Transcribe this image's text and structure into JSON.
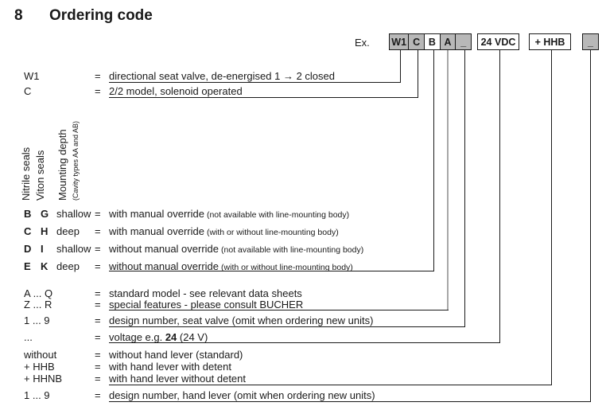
{
  "page": {
    "section_number": "8",
    "title": "Ordering code",
    "example_label": "Ex."
  },
  "code_boxes": {
    "group_cells": [
      {
        "label": "W1",
        "filled": true
      },
      {
        "label": "C",
        "filled": true
      },
      {
        "label": "B",
        "filled": false
      },
      {
        "label": "A",
        "filled": true
      },
      {
        "label": "_",
        "filled": true
      }
    ],
    "voltage_box": "24 VDC",
    "lever_box": "+ HHB",
    "design_box": "_"
  },
  "rotated_labels": {
    "nitrile": "Nitrile seals",
    "viton": "Viton seals",
    "mounting": "Mounting depth",
    "mounting_note": "(Cavity types AA and AB)"
  },
  "legend": {
    "eq": "=",
    "valve_type": {
      "code": "W1",
      "desc": "directional seat valve, de-energised 1 → 2 closed"
    },
    "model": {
      "code": "C",
      "desc": "2/2 model, solenoid operated"
    },
    "seal_rows": [
      {
        "nitrile": "B",
        "viton": "G",
        "depth": "shallow",
        "desc": "with manual override",
        "note": "(not available with line-mounting body)"
      },
      {
        "nitrile": "C",
        "viton": "H",
        "depth": "deep",
        "desc": "with manual override",
        "note": "(with or without line-mounting body)"
      },
      {
        "nitrile": "D",
        "viton": "I",
        "depth": "shallow",
        "desc": "without manual override",
        "note": "(not available with line-mounting body)"
      },
      {
        "nitrile": "E",
        "viton": "K",
        "depth": "deep",
        "desc": "without manual override",
        "note": "(with or without line-mounting body)"
      }
    ],
    "model_rows": [
      {
        "code": "A ... Q",
        "desc": "standard model - see relevant data sheets"
      },
      {
        "code": "Z ... R",
        "desc": "special features - please consult BUCHER"
      }
    ],
    "design_seat": {
      "code": "1 ... 9",
      "desc": "design number, seat valve (omit when ordering new units)"
    },
    "voltage": {
      "code": "...",
      "desc_prefix": "voltage e.g. ",
      "desc_bold": "24",
      "desc_suffix": " (24 V)"
    },
    "lever_rows": [
      {
        "code": "without",
        "desc": "without hand lever (standard)"
      },
      {
        "code": "+ HHB",
        "desc": "with hand lever with detent"
      },
      {
        "code": "+ HHNB",
        "desc": "with hand lever without detent"
      }
    ],
    "design_lever": {
      "code": "1 ... 9",
      "desc": "design number, hand lever (omit when ordering new units)"
    }
  },
  "colors": {
    "box_grey": "#b8b8b8",
    "line_grey": "#a8a8a8",
    "ink": "#1a1a1a"
  }
}
